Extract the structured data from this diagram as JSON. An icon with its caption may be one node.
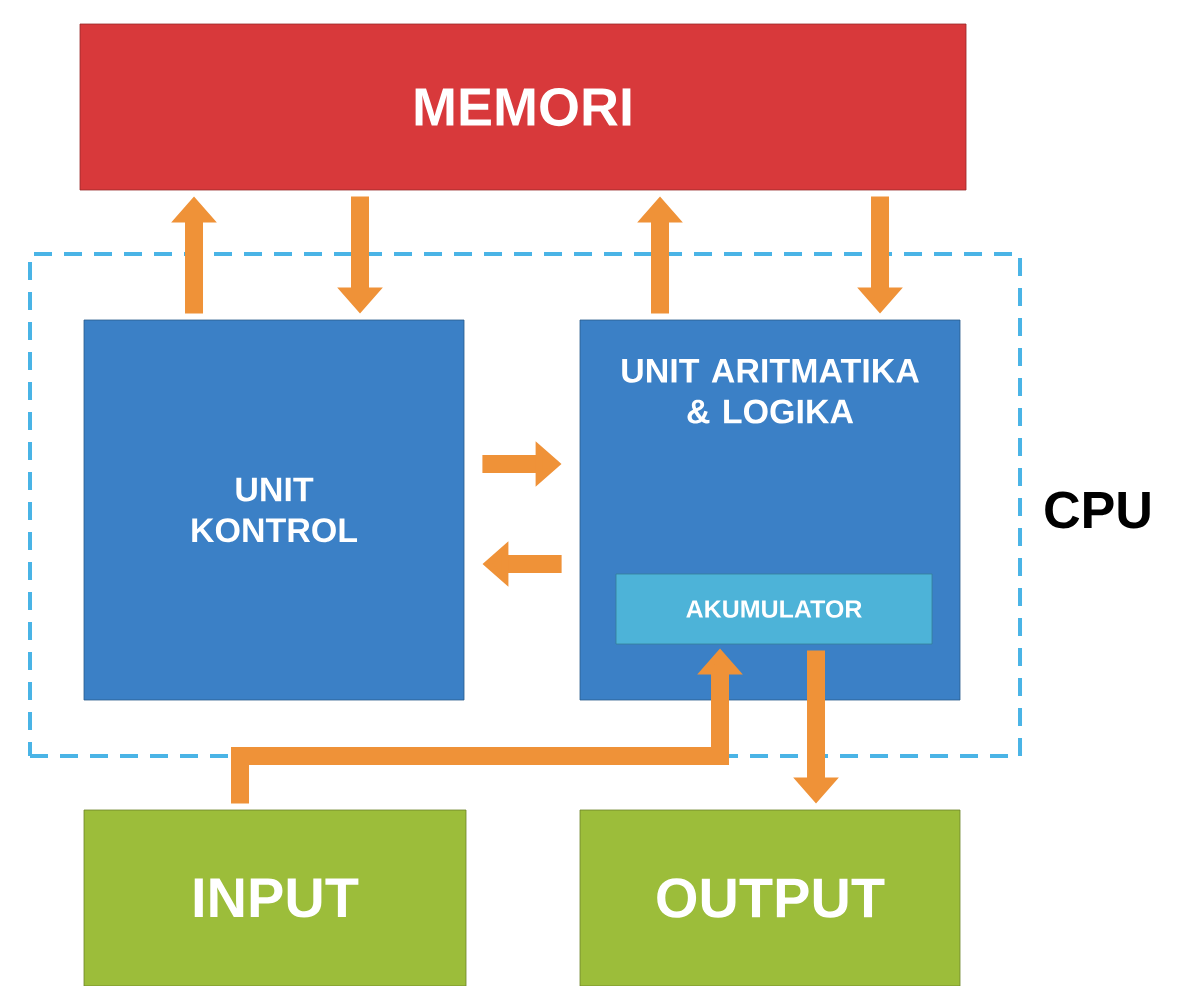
{
  "diagram": {
    "nodes": [
      {
        "text": [
          "MEMORI"
        ]
      },
      {
        "text": [
          "CPU"
        ]
      },
      {
        "text": [
          "UNIT KONTROL"
        ],
        "in": 1
      },
      {
        "text": [
          "UNIT ARITMATIKA & LOGIKA"
        ],
        "in": 1
      },
      {
        "text": [
          "AKUMULATOR"
        ],
        "in": 3
      },
      {
        "text": [
          "INPUT"
        ]
      },
      {
        "text": [
          "OUTPUT"
        ]
      }
    ],
    "edges": [
      {
        "from": 2,
        "to": 0,
        "arrow": "to"
      },
      {
        "from": 0,
        "to": 2,
        "arrow": "to"
      },
      {
        "from": 3,
        "to": 0,
        "arrow": "to"
      },
      {
        "from": 0,
        "to": 3,
        "arrow": "to"
      },
      {
        "from": 2,
        "to": 3,
        "arrow": "to"
      },
      {
        "from": 3,
        "to": 2,
        "arrow": "to"
      },
      {
        "from": 5,
        "to": 4,
        "arrow": "to"
      },
      {
        "from": 4,
        "to": 6,
        "arrow": "to"
      }
    ]
  }
}
